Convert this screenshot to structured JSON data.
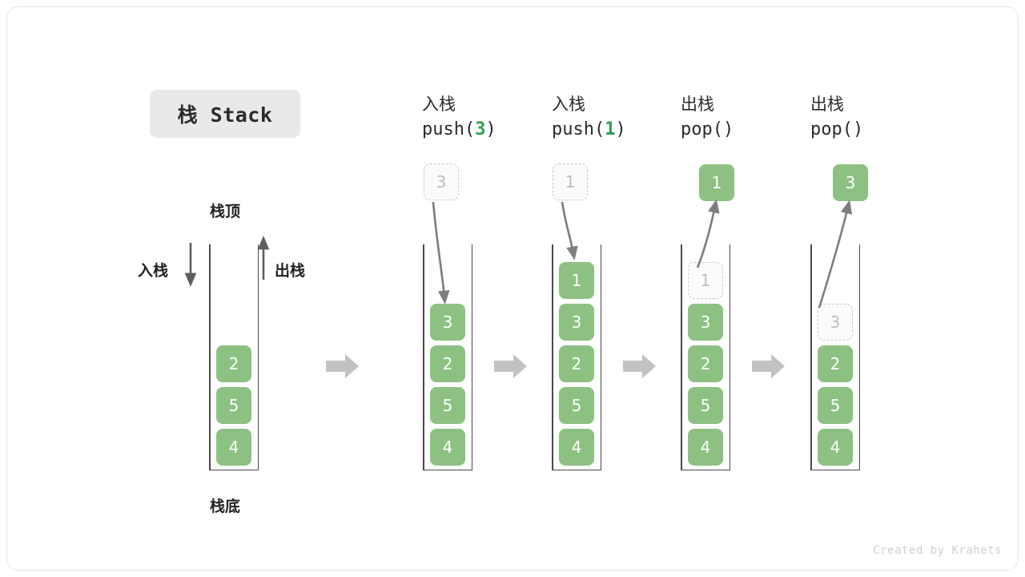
{
  "title": {
    "badge": "栈 Stack"
  },
  "labels": {
    "top": "栈顶",
    "bottom": "栈底",
    "push_side": "入栈",
    "pop_side": "出栈"
  },
  "watermark": "Created by Krahets",
  "colors": {
    "element_fill": "#8cc182",
    "element_text": "#ffffff",
    "ghost_fill": "#fbfbfb",
    "ghost_border": "#c9c9c9",
    "ghost_text": "#bdbdbd",
    "accent_arg": "#2e9e4f",
    "arrow_gray": "#7d7d7d",
    "separator_gray": "#c2c2c2",
    "badge_bg": "#e9e9e9",
    "wall": "#4a4a4a",
    "card_border": "#e6e6e6"
  },
  "steps": [
    {
      "id": "initial",
      "head_cn": "",
      "head_code": "",
      "head_arg": "",
      "stack": [
        "2",
        "5",
        "4"
      ],
      "ghost_index": -1,
      "float_box": null,
      "float_style": null,
      "arrow": null
    },
    {
      "id": "push-3",
      "head_cn": "入栈",
      "head_code_pre": "push(",
      "head_arg": "3",
      "head_code_post": ")",
      "stack": [
        "3",
        "2",
        "5",
        "4"
      ],
      "ghost_index": -1,
      "float_box": "3",
      "float_style": "ghost",
      "arrow": "down"
    },
    {
      "id": "push-1",
      "head_cn": "入栈",
      "head_code_pre": "push(",
      "head_arg": "1",
      "head_code_post": ")",
      "stack": [
        "1",
        "3",
        "2",
        "5",
        "4"
      ],
      "ghost_index": -1,
      "float_box": "1",
      "float_style": "ghost",
      "arrow": "down"
    },
    {
      "id": "pop-1",
      "head_cn": "出栈",
      "head_code_pre": "pop(",
      "head_arg": "",
      "head_code_post": ")",
      "stack": [
        "1",
        "3",
        "2",
        "5",
        "4"
      ],
      "ghost_index": 0,
      "float_box": "1",
      "float_style": "solid",
      "arrow": "up"
    },
    {
      "id": "pop-3",
      "head_cn": "出栈",
      "head_code_pre": "pop(",
      "head_arg": "",
      "head_code_post": ")",
      "stack": [
        "3",
        "2",
        "5",
        "4"
      ],
      "ghost_index": 0,
      "float_box": "3",
      "float_style": "solid",
      "arrow": "up"
    }
  ],
  "separators": [
    "separator-1",
    "separator-2",
    "separator-3",
    "separator-4"
  ]
}
